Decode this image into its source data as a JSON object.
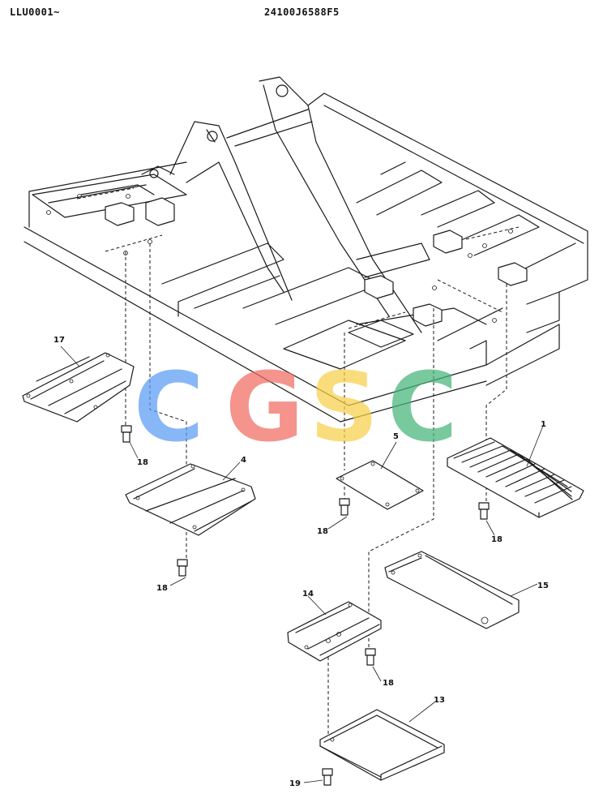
{
  "header": {
    "code_left": "LLU0001~",
    "code_center": "24100J6588F5"
  },
  "watermark": {
    "letters": [
      "C",
      "G",
      "S",
      "C"
    ],
    "colors": [
      "#5b9cf4",
      "#f06b62",
      "#f7cf4a",
      "#46b57a"
    ]
  },
  "callouts": [
    {
      "id": "17",
      "label": "17"
    },
    {
      "id": "18a",
      "label": "18"
    },
    {
      "id": "4",
      "label": "4"
    },
    {
      "id": "18b",
      "label": "18"
    },
    {
      "id": "5",
      "label": "5"
    },
    {
      "id": "18c",
      "label": "18"
    },
    {
      "id": "1",
      "label": "1"
    },
    {
      "id": "18d",
      "label": "18"
    },
    {
      "id": "15",
      "label": "15"
    },
    {
      "id": "14",
      "label": "14"
    },
    {
      "id": "18e",
      "label": "18"
    },
    {
      "id": "13",
      "label": "13"
    },
    {
      "id": "19",
      "label": "19"
    }
  ]
}
